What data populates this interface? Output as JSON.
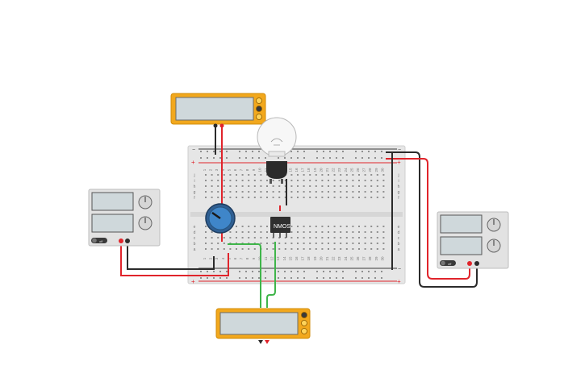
{
  "app": {
    "title": "Breadboard circuit simulator"
  },
  "breadboard": {
    "columns": 30,
    "column_numbers": [
      "1",
      "2",
      "3",
      "4",
      "5",
      "6",
      "7",
      "8",
      "9",
      "10",
      "11",
      "12",
      "13",
      "14",
      "15",
      "16",
      "17",
      "18",
      "19",
      "20",
      "21",
      "22",
      "23",
      "24",
      "25",
      "26",
      "27",
      "28",
      "29",
      "30"
    ],
    "top_row_letters": [
      "j",
      "i",
      "h",
      "g",
      "f"
    ],
    "bottom_row_letters": [
      "e",
      "d",
      "c",
      "b",
      "a"
    ],
    "rail_minus": "−",
    "rail_plus": "+"
  },
  "components": {
    "transistor_label": "NMOS",
    "supply_left": {
      "on_label": "off"
    },
    "supply_right": {
      "on_label": "off"
    }
  },
  "colors": {
    "meter_body": "#f2a81d",
    "meter_screen": "#cfd8db",
    "wire_red": "#e0242b",
    "wire_black": "#2b2b2b",
    "wire_green": "#3fb54a",
    "pot_blue": "#3f86c9",
    "board": "#e3e3e3"
  },
  "icons": [
    "lightbulb-icon",
    "potentiometer-knob-icon",
    "mosfet-chip-icon"
  ]
}
